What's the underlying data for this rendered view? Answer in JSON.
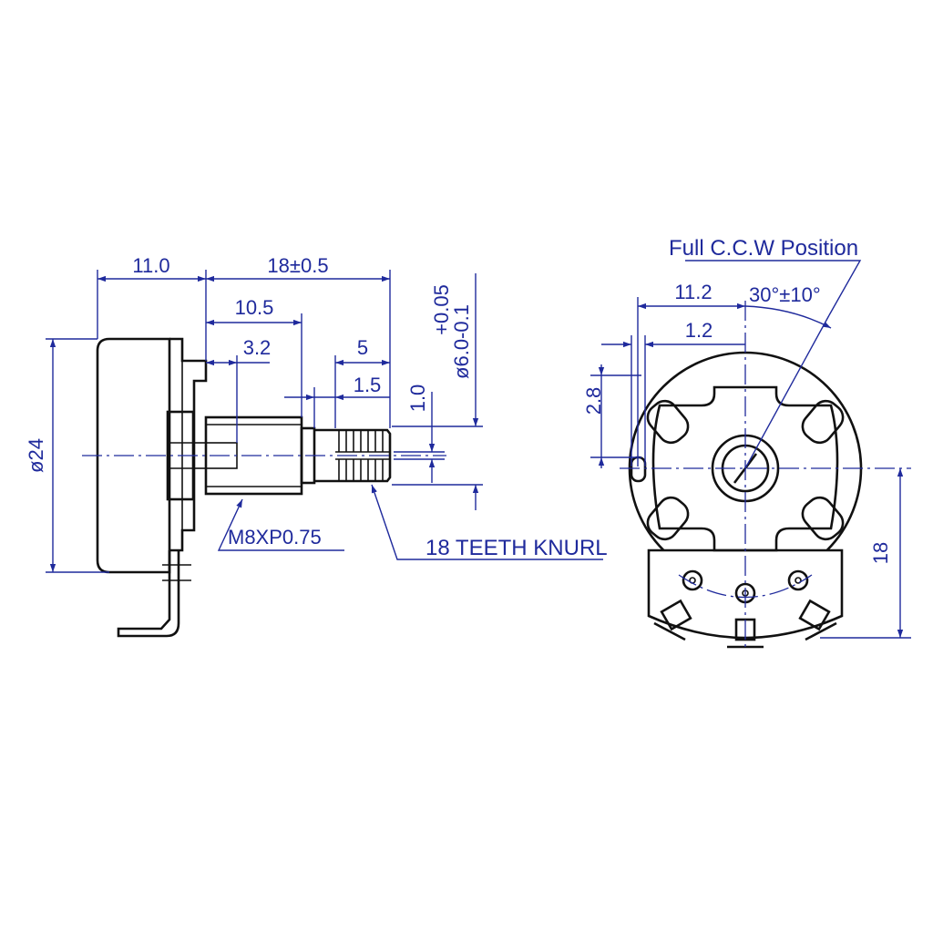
{
  "side_view": {
    "dim_body_depth": "11.0",
    "dim_overall": "18±0.5",
    "dim_bushing": "10.5",
    "dim_flat": "3.2",
    "dim_knurl": "5",
    "dim_step": "1.5",
    "dim_diameter": "ø24",
    "dim_shaft_tol_upper": "+0.05",
    "dim_shaft_tol": "ø6.0-0.1",
    "dim_slot": "1.0",
    "thread_note": "M8XP0.75",
    "knurl_note": "18 TEETH KNURL"
  },
  "front_view": {
    "position_note": "Full C.C.W Position",
    "dim_offset": "11.2",
    "dim_angle": "30°±10°",
    "dim_pin": "1.2",
    "dim_height": "2.8",
    "dim_terminal": "18"
  },
  "colors": {
    "dimension": "#1f2a9c",
    "outline": "#111111",
    "background": "#ffffff"
  }
}
